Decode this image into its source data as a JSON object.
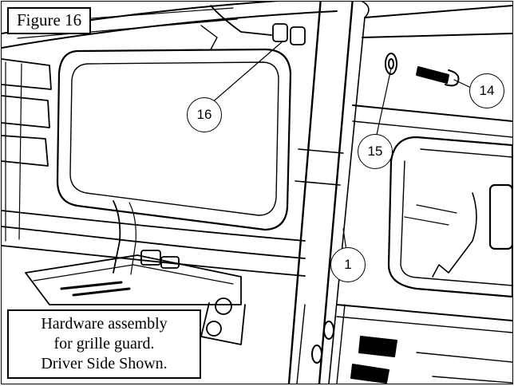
{
  "figure": {
    "title": "Figure 16",
    "caption_lines": [
      "Hardware assembly",
      "for grille guard.",
      "Driver Side Shown."
    ]
  },
  "callouts": [
    "16",
    "15",
    "14",
    "1"
  ]
}
